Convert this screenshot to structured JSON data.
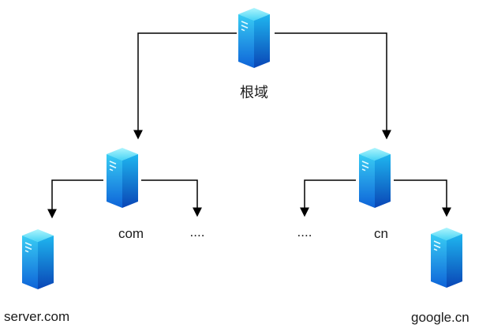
{
  "diagram": {
    "type": "dns-hierarchy-tree",
    "root": {
      "label": "根域"
    },
    "tld_left": {
      "label": "com"
    },
    "tld_left_more": {
      "label": "...."
    },
    "tld_right": {
      "label": "cn"
    },
    "tld_right_more": {
      "label": "...."
    },
    "leaf_left": {
      "label": "server.com"
    },
    "leaf_right": {
      "label": "google.cn"
    },
    "icons": {
      "node_icon": "server-icon"
    },
    "colors": {
      "background": "#ffffff",
      "connector": "#000000",
      "server_top": "#9df2fc",
      "server_body_light": "#38cdf4",
      "server_body_dark": "#0a4cc0",
      "label_text": "#1b1b1b"
    }
  }
}
